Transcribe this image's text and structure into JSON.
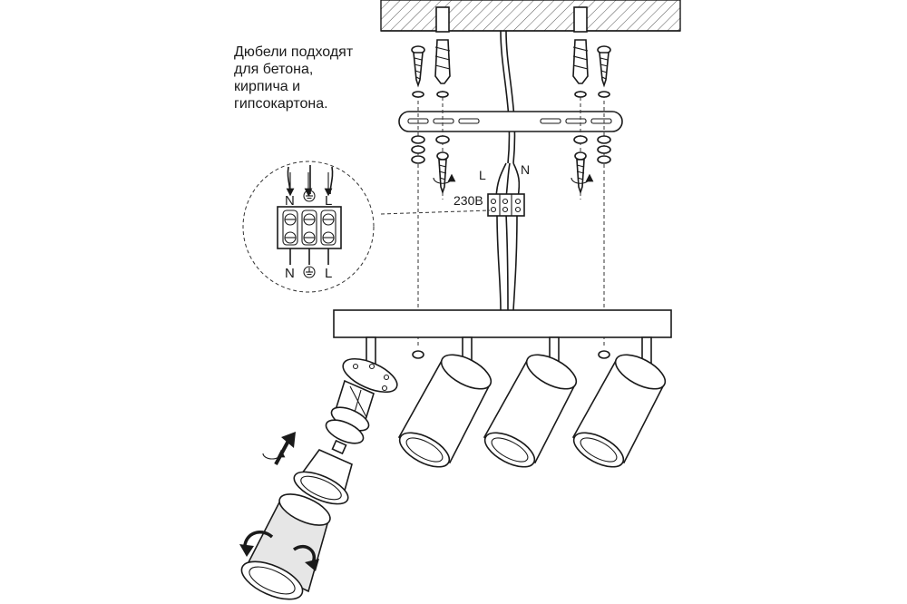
{
  "note": {
    "lines": [
      "Дюбели подходят",
      "для бетона,",
      "кирпича и",
      "гипсокартона."
    ]
  },
  "wire_labels": {
    "live": "L",
    "neutral": "N",
    "voltage": "230В"
  },
  "terminal_detail": {
    "top": [
      "N",
      "L"
    ],
    "bottom": [
      "N",
      "L"
    ],
    "ground_symbol": "ground-icon"
  },
  "colors": {
    "line": "#1a1a1a",
    "hatch": "#555555",
    "background": "#ffffff",
    "shade": "#e6e6e6"
  }
}
